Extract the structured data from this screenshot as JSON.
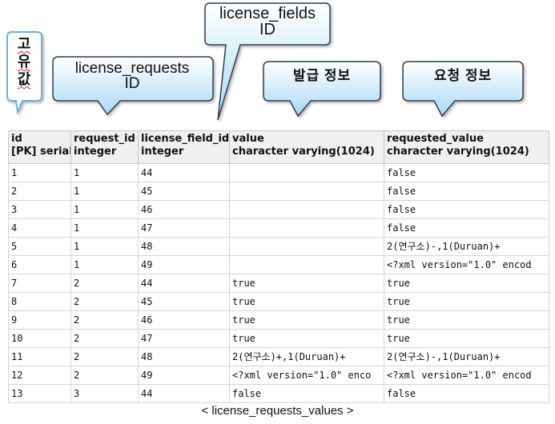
{
  "callouts": {
    "license_fields": [
      "license_fields",
      "ID"
    ],
    "license_requests": [
      "license_requests",
      "ID"
    ],
    "issue_info": "발급 정보",
    "request_info": "요청 정보",
    "unique_value": [
      "고",
      "유",
      "값"
    ]
  },
  "table": {
    "columns": [
      {
        "name": "id",
        "type": "[PK] serial"
      },
      {
        "name": "request_id",
        "type": "integer"
      },
      {
        "name": "license_field_id",
        "type": "integer"
      },
      {
        "name": "value",
        "type": "character varying(1024)"
      },
      {
        "name": "requested_value",
        "type": "character varying(1024)"
      }
    ],
    "rows": [
      [
        "1",
        "1",
        "44",
        "",
        "false"
      ],
      [
        "2",
        "1",
        "45",
        "",
        "false"
      ],
      [
        "3",
        "1",
        "46",
        "",
        "false"
      ],
      [
        "4",
        "1",
        "47",
        "",
        "false"
      ],
      [
        "5",
        "1",
        "48",
        "",
        "2(연구소)-,1(Duruan)+"
      ],
      [
        "6",
        "1",
        "49",
        "",
        "<?xml version=\"1.0\" encod"
      ],
      [
        "7",
        "2",
        "44",
        "true",
        "true"
      ],
      [
        "8",
        "2",
        "45",
        "true",
        "true"
      ],
      [
        "9",
        "2",
        "46",
        "true",
        "true"
      ],
      [
        "10",
        "2",
        "47",
        "true",
        "true"
      ],
      [
        "11",
        "2",
        "48",
        "2(연구소)+,1(Duruan)+",
        "2(연구소)-,1(Duruan)+"
      ],
      [
        "12",
        "2",
        "49",
        "<?xml version=\"1.0\" enco",
        "<?xml version=\"1.0\" encod"
      ],
      [
        "13",
        "3",
        "44",
        "false",
        "false"
      ]
    ]
  },
  "caption": "< license_requests_values >"
}
